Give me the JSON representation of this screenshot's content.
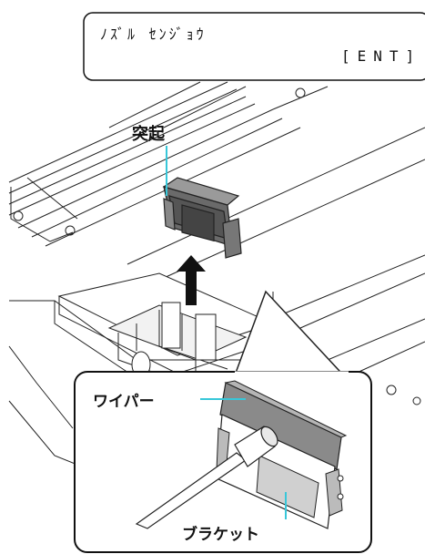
{
  "lcd": {
    "line1": "ﾉｽﾞﾙ ｾﾝｼﾞｮｳ",
    "line2": "[ENT]"
  },
  "labels": {
    "protrusion": "突起",
    "wiper": "ワイパー",
    "bracket": "ブラケット"
  },
  "colors": {
    "leader": "#38c7d9",
    "line": "#222222",
    "wiper_blade": "#8a8a8a",
    "bracket_gray": "#cfcfcf",
    "dark_gray": "#5a5a5a"
  }
}
